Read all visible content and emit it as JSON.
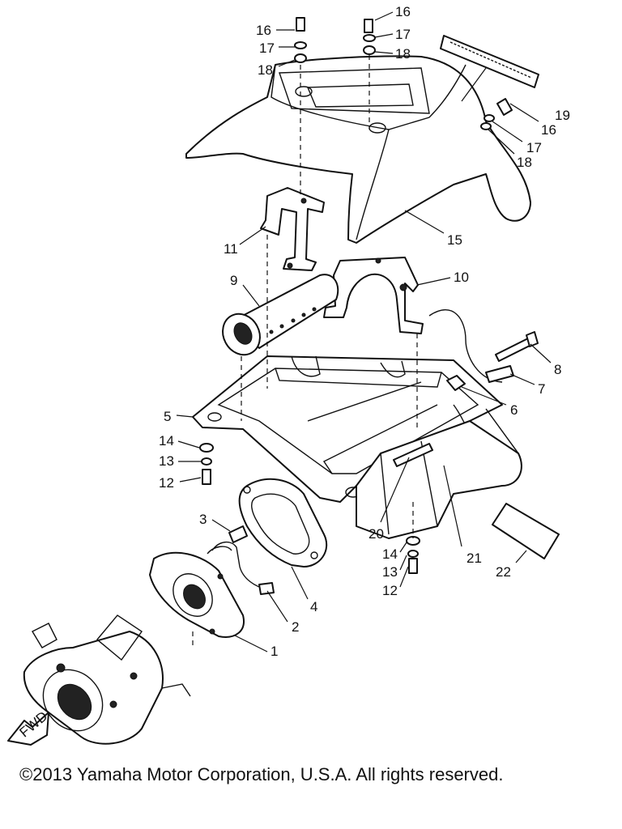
{
  "copyright": "©2013 Yamaha Motor Corporation, U.S.A. All rights reserved.",
  "fwd_label": "FWD",
  "callouts": [
    {
      "key": "16a",
      "text": "16"
    },
    {
      "key": "17a",
      "text": "17"
    },
    {
      "key": "18a",
      "text": "18"
    },
    {
      "key": "16b",
      "text": "16"
    },
    {
      "key": "17b",
      "text": "17"
    },
    {
      "key": "18b",
      "text": "18"
    },
    {
      "key": "19",
      "text": "19"
    },
    {
      "key": "16c",
      "text": "16"
    },
    {
      "key": "17c",
      "text": "17"
    },
    {
      "key": "18c",
      "text": "18"
    },
    {
      "key": "11",
      "text": "11"
    },
    {
      "key": "15",
      "text": "15"
    },
    {
      "key": "9",
      "text": "9"
    },
    {
      "key": "10",
      "text": "10"
    },
    {
      "key": "8",
      "text": "8"
    },
    {
      "key": "7",
      "text": "7"
    },
    {
      "key": "6",
      "text": "6"
    },
    {
      "key": "5",
      "text": "5"
    },
    {
      "key": "14a",
      "text": "14"
    },
    {
      "key": "13a",
      "text": "13"
    },
    {
      "key": "12a",
      "text": "12"
    },
    {
      "key": "3",
      "text": "3"
    },
    {
      "key": "20",
      "text": "20"
    },
    {
      "key": "14b",
      "text": "14"
    },
    {
      "key": "13b",
      "text": "13"
    },
    {
      "key": "12b",
      "text": "12"
    },
    {
      "key": "21",
      "text": "21"
    },
    {
      "key": "22",
      "text": "22"
    },
    {
      "key": "4",
      "text": "4"
    },
    {
      "key": "2",
      "text": "2"
    },
    {
      "key": "1",
      "text": "1"
    }
  ]
}
